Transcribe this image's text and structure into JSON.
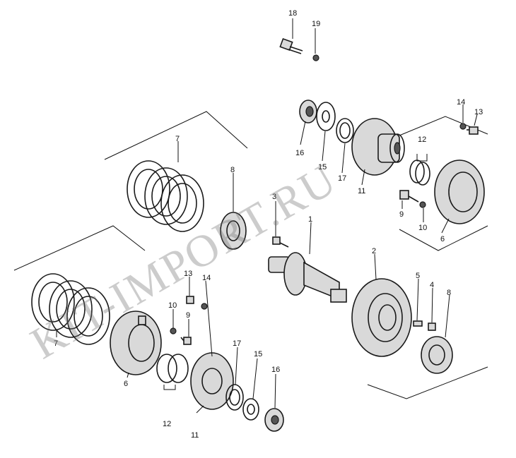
{
  "watermark": {
    "text": "KIT-IMPORT.RU",
    "color": "#8c8c8c"
  },
  "callouts": [
    {
      "id": "c18",
      "label": "18"
    },
    {
      "id": "c19",
      "label": "19"
    },
    {
      "id": "c16a",
      "label": "16"
    },
    {
      "id": "c15a",
      "label": "15"
    },
    {
      "id": "c17a",
      "label": "17"
    },
    {
      "id": "c11a",
      "label": "11"
    },
    {
      "id": "c12a",
      "label": "12"
    },
    {
      "id": "c14a",
      "label": "14"
    },
    {
      "id": "c13a",
      "label": "13"
    },
    {
      "id": "c9a",
      "label": "9"
    },
    {
      "id": "c10a",
      "label": "10"
    },
    {
      "id": "c6a",
      "label": "6"
    },
    {
      "id": "c7a",
      "label": "7"
    },
    {
      "id": "c8a",
      "label": "8"
    },
    {
      "id": "c3",
      "label": "3"
    },
    {
      "id": "c1",
      "label": "1"
    },
    {
      "id": "c2",
      "label": "2"
    },
    {
      "id": "c5",
      "label": "5"
    },
    {
      "id": "c4",
      "label": "4"
    },
    {
      "id": "c8b",
      "label": "8"
    },
    {
      "id": "c13b",
      "label": "13"
    },
    {
      "id": "c14b",
      "label": "14"
    },
    {
      "id": "c10b",
      "label": "10"
    },
    {
      "id": "c9b",
      "label": "9"
    },
    {
      "id": "c7b",
      "label": "7"
    },
    {
      "id": "c6b",
      "label": "6"
    },
    {
      "id": "c12b",
      "label": "12"
    },
    {
      "id": "c11b",
      "label": "11"
    },
    {
      "id": "c17b",
      "label": "17"
    },
    {
      "id": "c15b",
      "label": "15"
    },
    {
      "id": "c16b",
      "label": "16"
    }
  ]
}
